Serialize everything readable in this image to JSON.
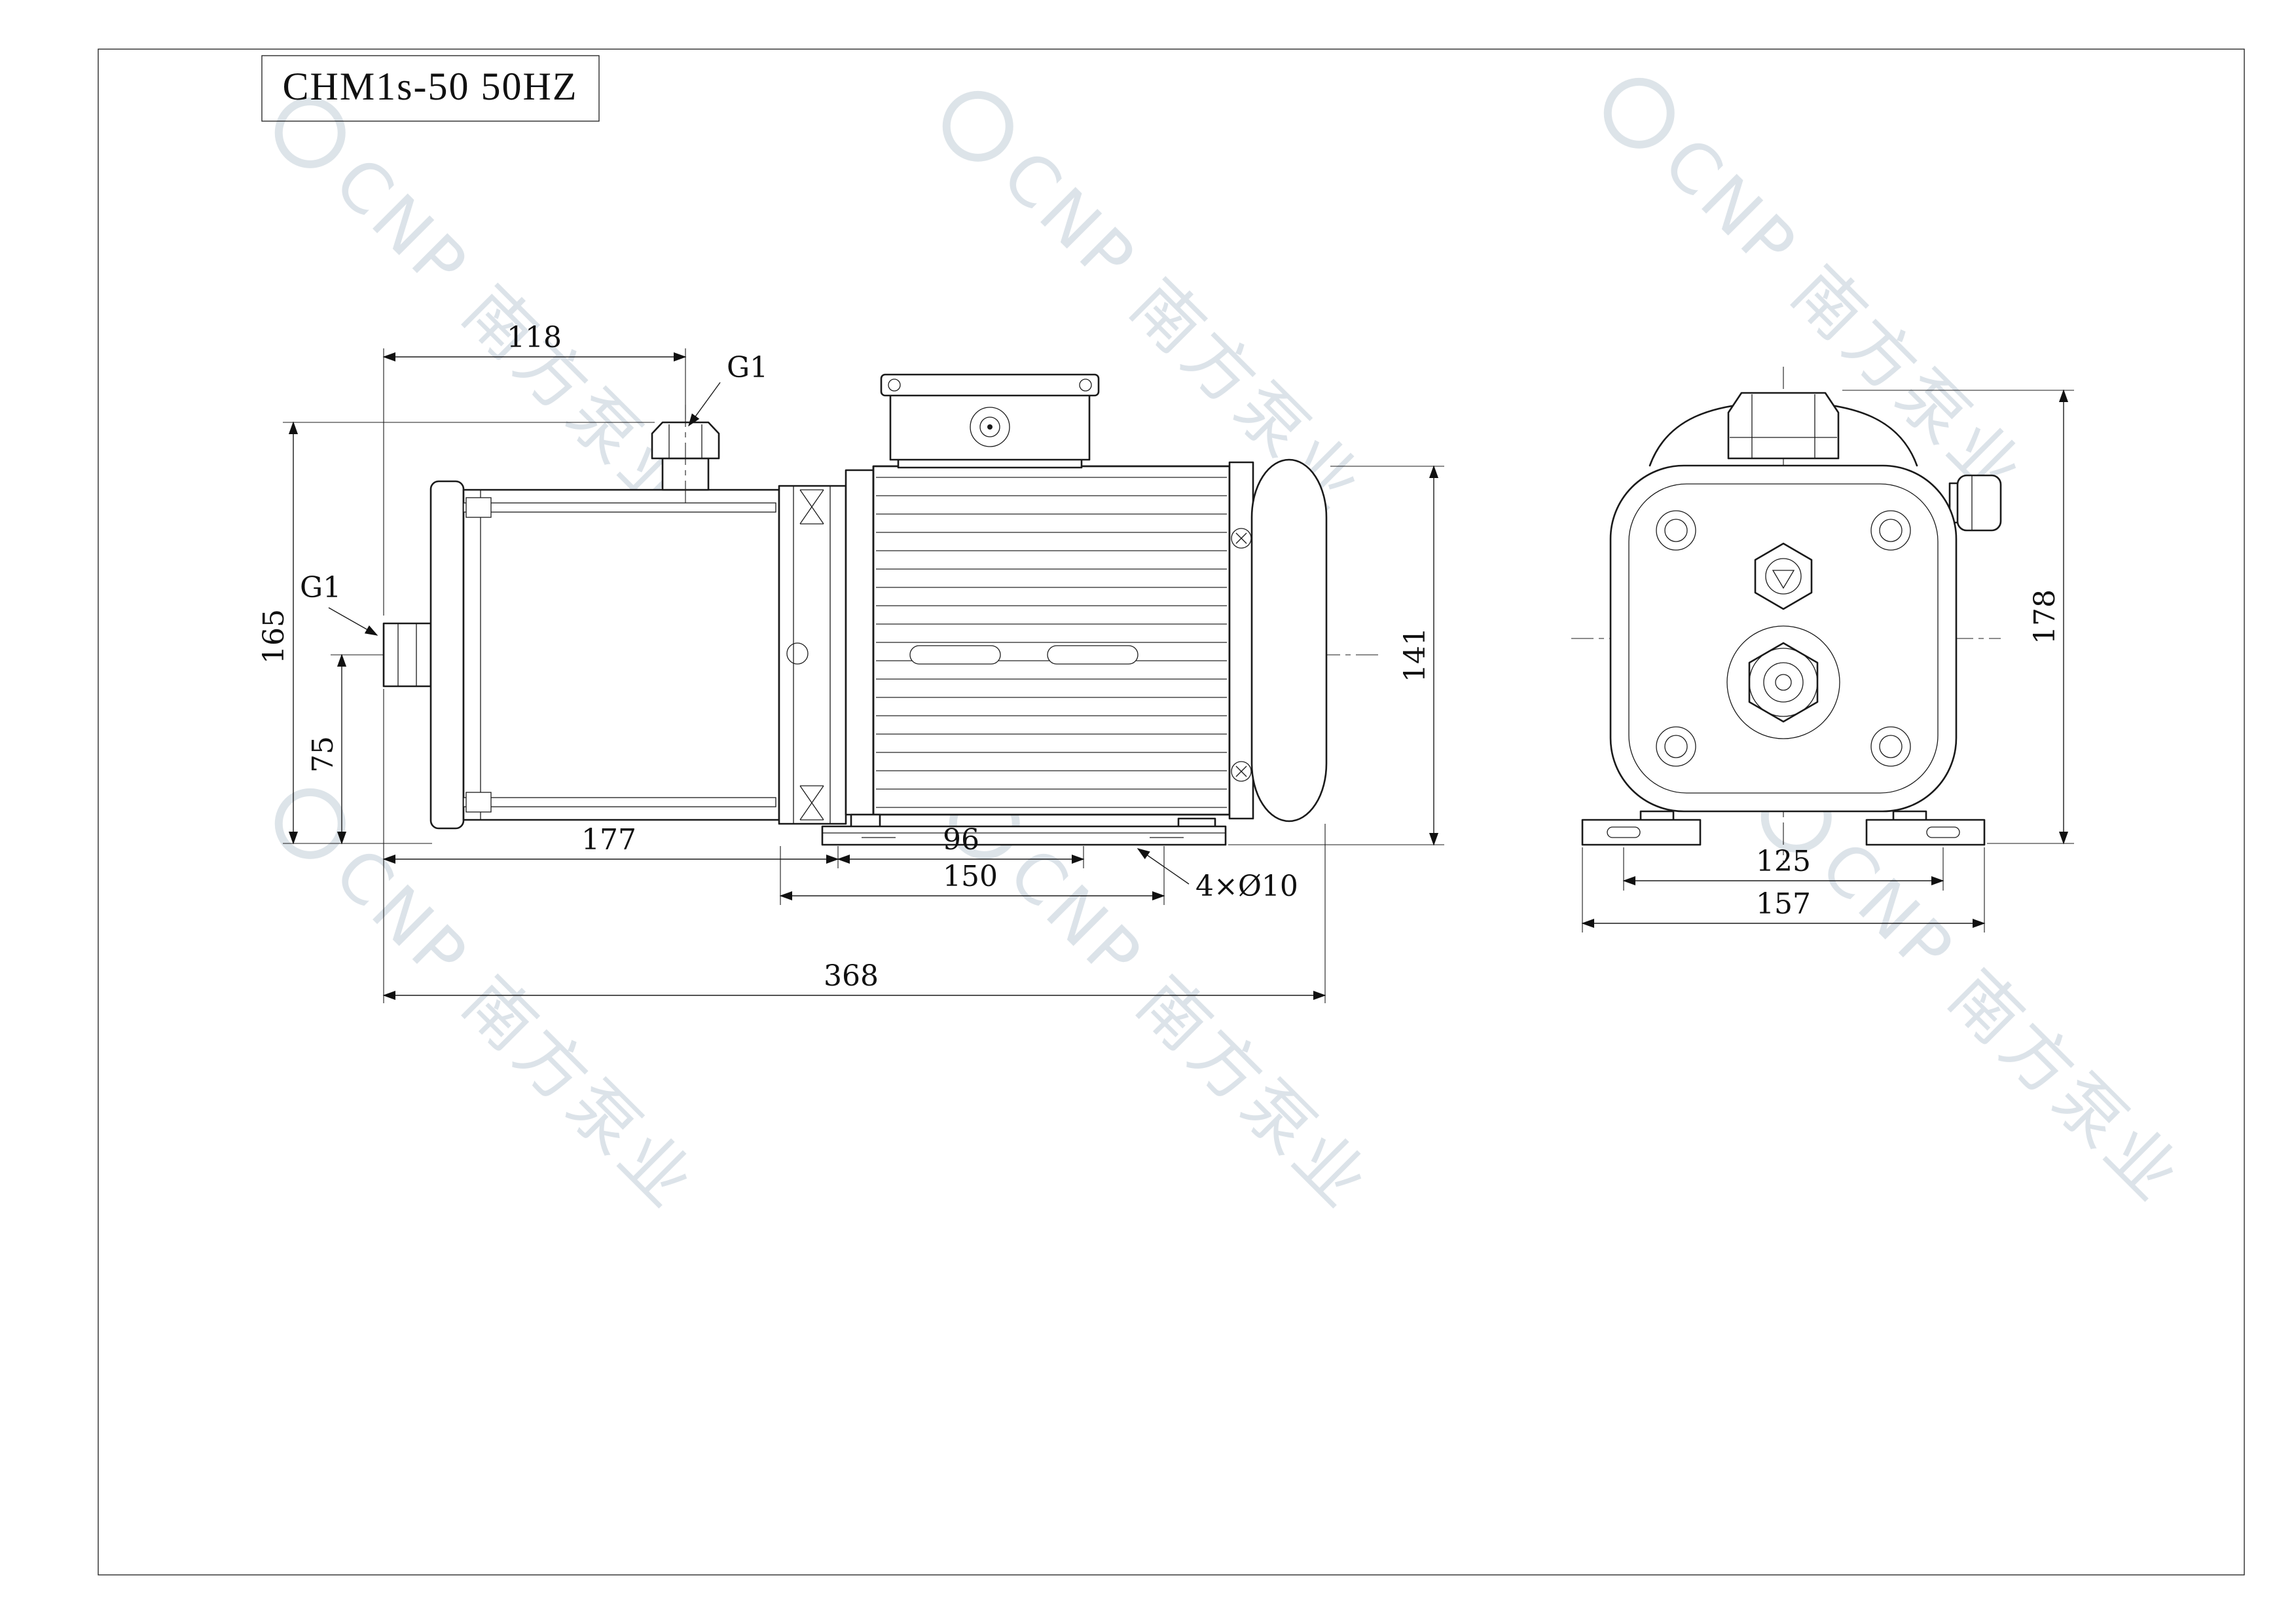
{
  "title": "CHM1s-50 50HZ",
  "watermark": {
    "text": "CNP 南方泵业"
  },
  "dimensions": {
    "d118": "118",
    "g1_top": "G1",
    "g1_suction": "G1",
    "d165": "165",
    "d75": "75",
    "d177": "177",
    "d96": "96",
    "d150": "150",
    "d368": "368",
    "d141": "141",
    "holes": "4×Ø10",
    "d125": "125",
    "d157": "157",
    "d178": "178"
  }
}
